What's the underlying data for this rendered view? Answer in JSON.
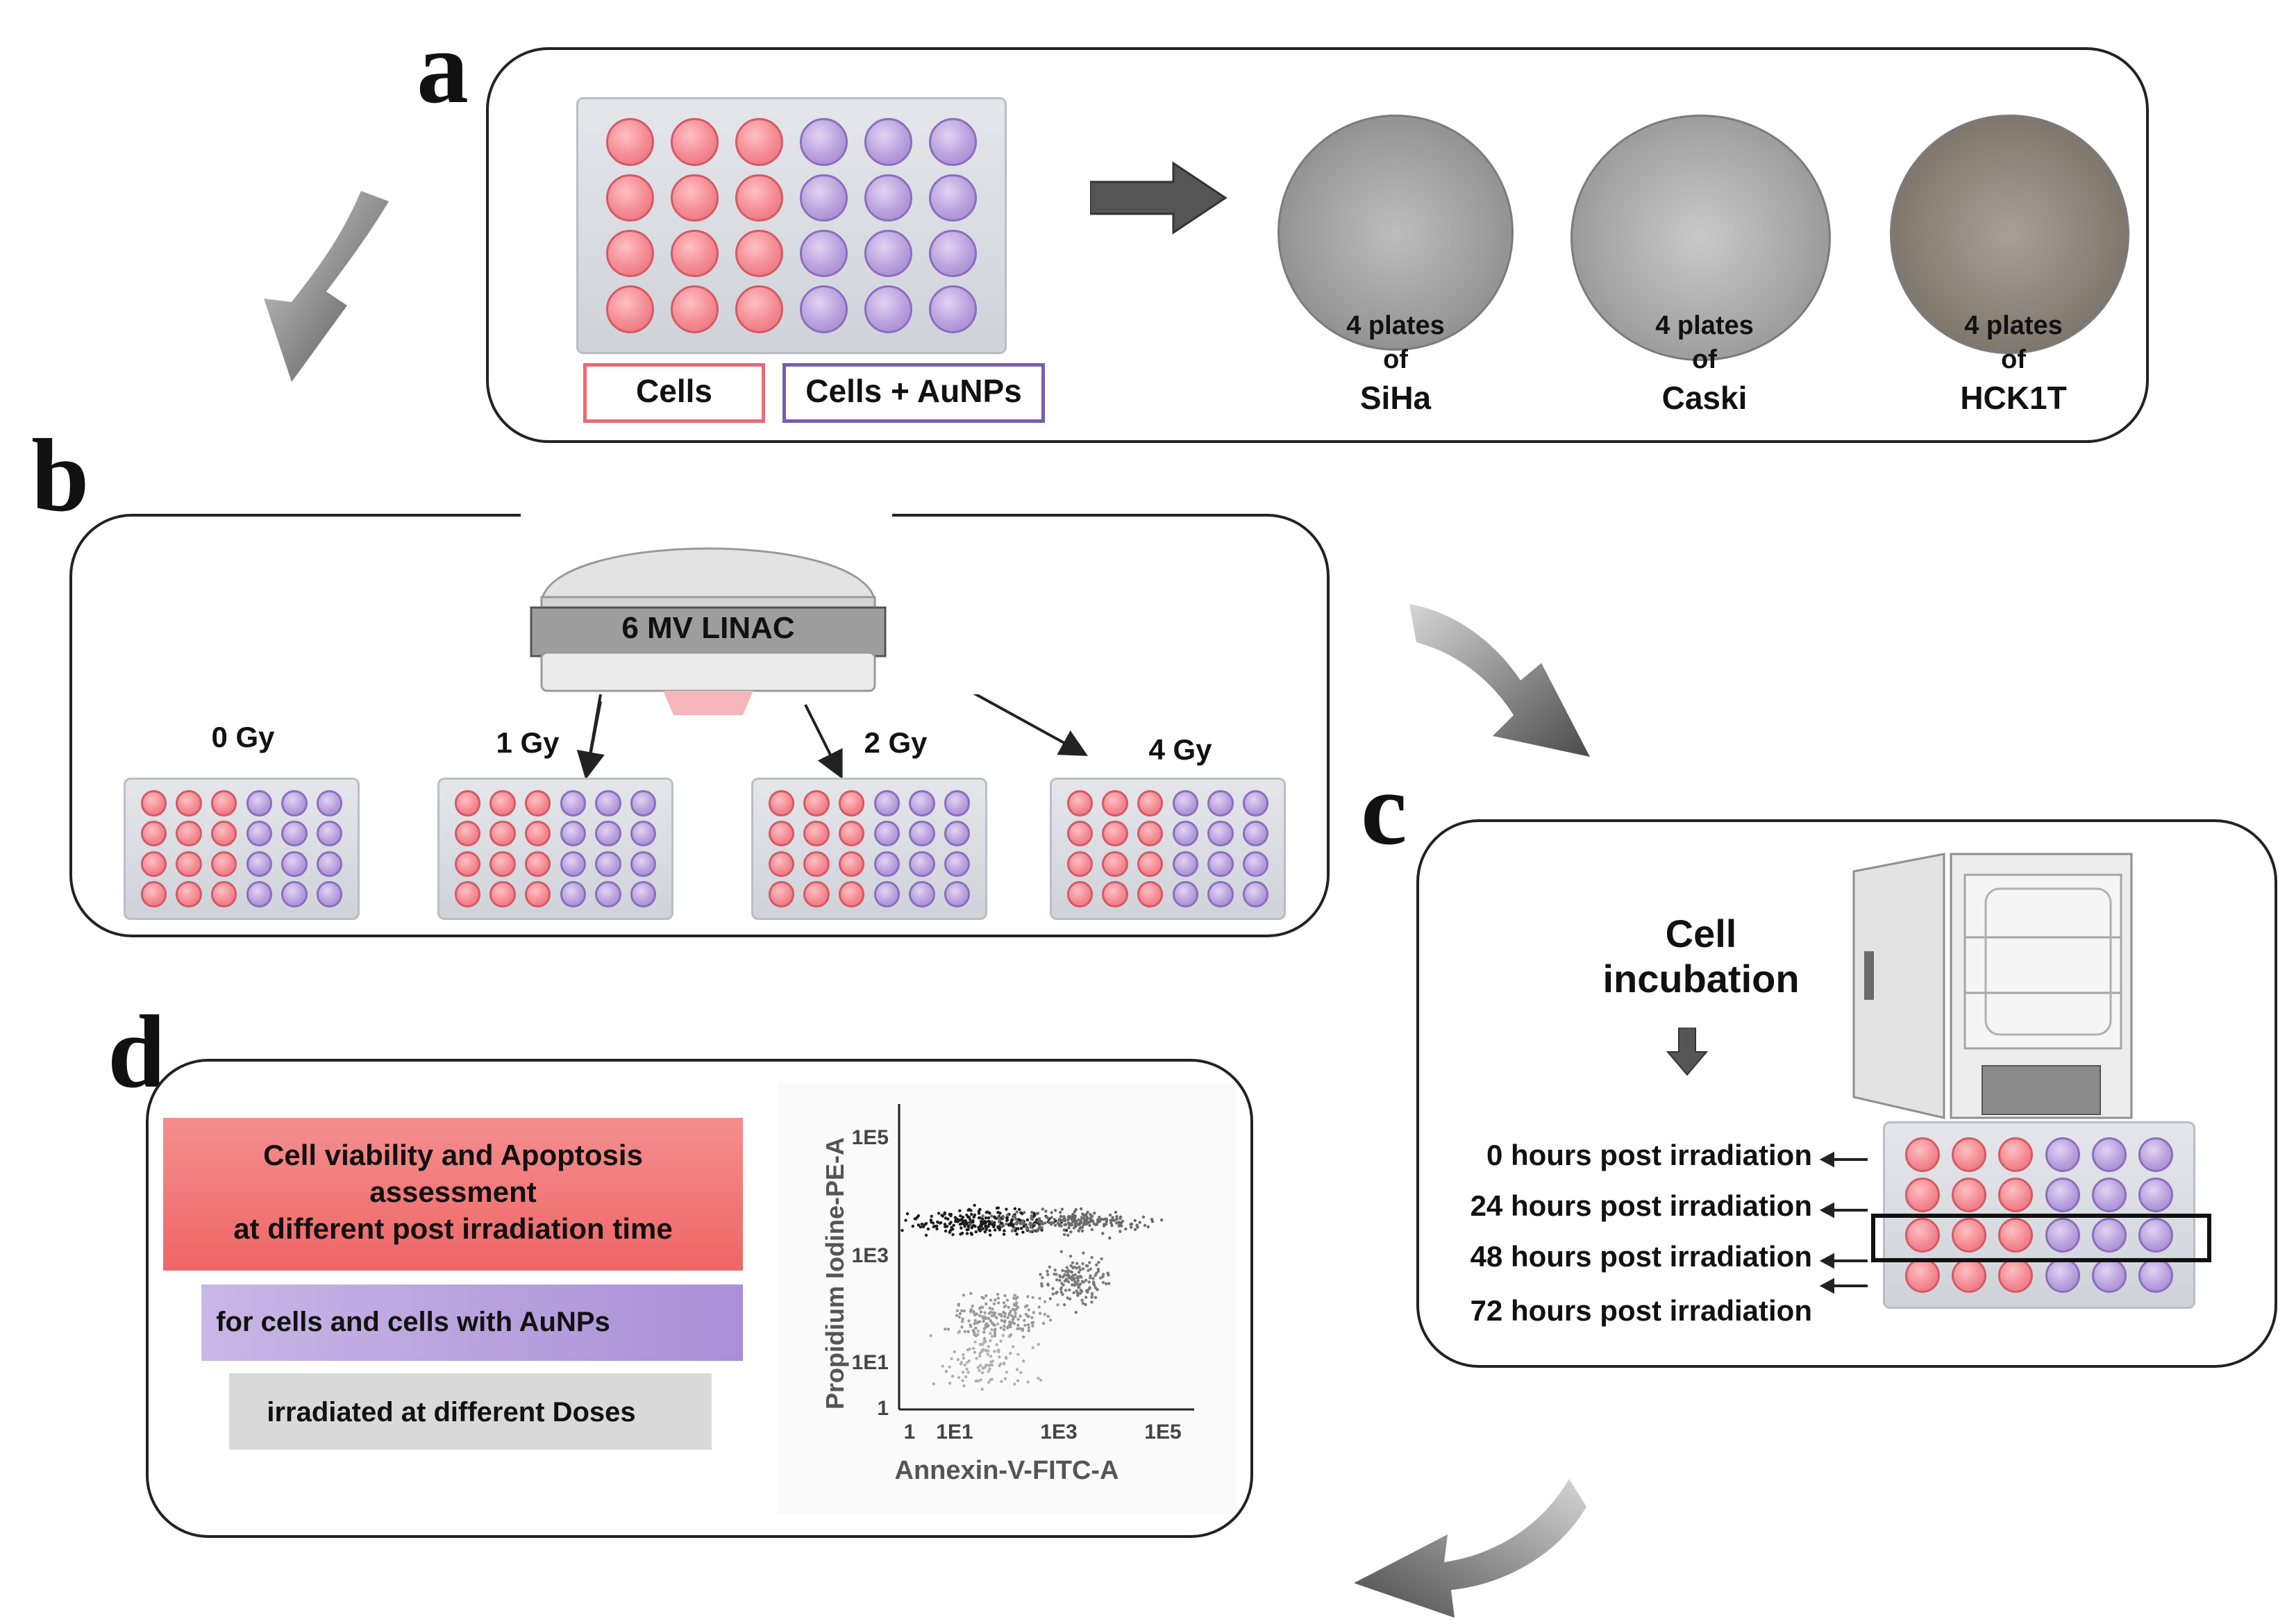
{
  "panels": {
    "a": {
      "letter": "a",
      "legend_cells": "Cells",
      "legend_aunps": "Cells + AuNPs",
      "cell_lines": [
        {
          "count_text": "4 plates",
          "of_text": "of",
          "name": "SiHa"
        },
        {
          "count_text": "4 plates",
          "of_text": "of",
          "name": "Caski"
        },
        {
          "count_text": "4 plates",
          "of_text": "of",
          "name": "HCK1T"
        }
      ]
    },
    "b": {
      "letter": "b",
      "linac_label": "6 MV LINAC",
      "doses": [
        "0 Gy",
        "1 Gy",
        "2 Gy",
        "4 Gy"
      ]
    },
    "c": {
      "letter": "c",
      "title_line1": "Cell",
      "title_line2": "incubation",
      "timepoints": [
        "0 hours post irradiation",
        "24 hours post irradiation",
        "48 hours post irradiation",
        "72 hours post irradiation"
      ],
      "highlighted_timepoint_index": 2
    },
    "d": {
      "letter": "d",
      "box1_line1": "Cell viability and Apoptosis",
      "box1_line2": "assessment",
      "box1_line3": "at different post irradiation time",
      "box2": "for cells and cells with AuNPs",
      "box3": "irradiated at different Doses",
      "plot": {
        "xlabel": "Annexin-V-FITC-A",
        "ylabel": "Propidium Iodine-PE-A",
        "xticks": [
          "1",
          "1E1",
          "1E3",
          "1E5"
        ],
        "yticks": [
          "1",
          "1E1",
          "1E3",
          "1E5"
        ]
      }
    }
  },
  "colors": {
    "cells": "#e96a76",
    "aunps": "#9d82cc",
    "box_red": "#f06b6b",
    "box_purple": "#b39ad8",
    "box_grey": "#d9d9d9"
  }
}
